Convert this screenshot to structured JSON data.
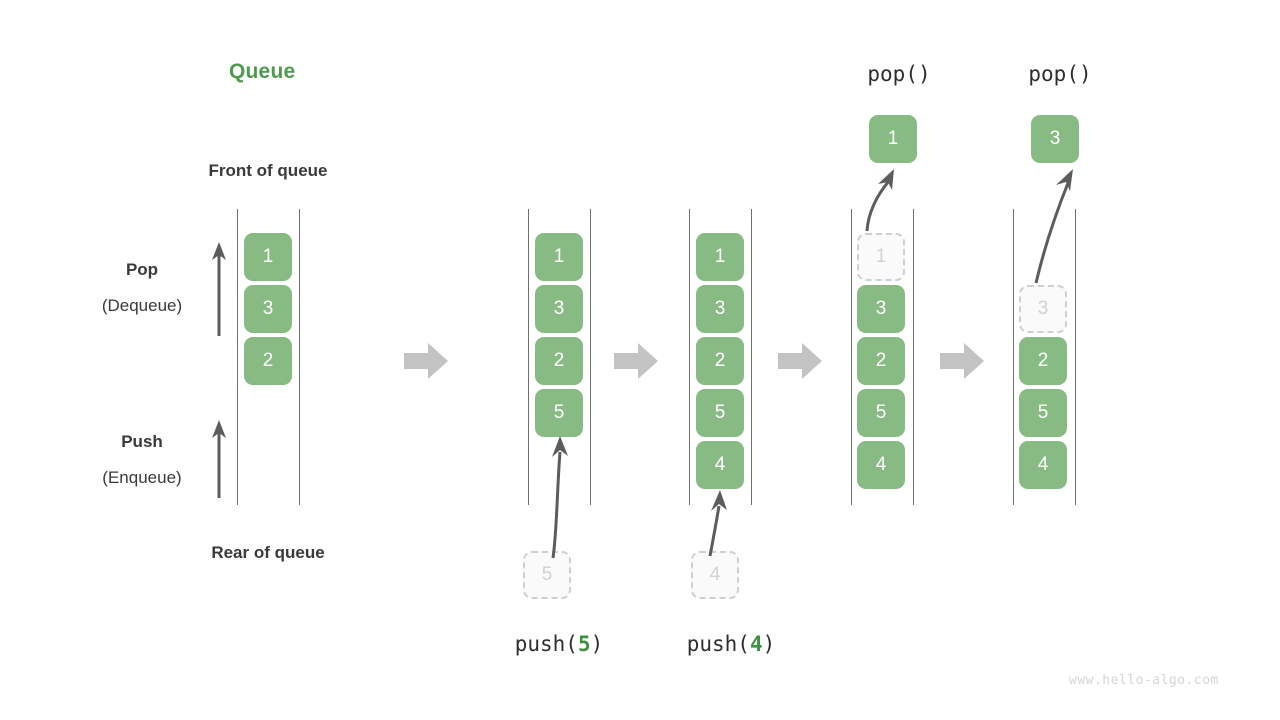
{
  "diagram": {
    "title": "Queue",
    "watermark": "www.hello-algo.com",
    "front_label": "Front of queue",
    "rear_label": "Rear of queue",
    "pop_label": "Pop",
    "pop_sub": "(Dequeue)",
    "push_label": "Push",
    "push_sub": "(Enqueue)",
    "accent_green": "#4e9a4e",
    "box_green": "#87bb83",
    "ghost_gray": "#cfcfcf",
    "arrow_gray": "#c3c3c3",
    "rail_gray": "#6f6f6f"
  },
  "stages": [
    {
      "id": "initial",
      "caption": "",
      "caption_arg": "",
      "items": [
        "1",
        "3",
        "2"
      ],
      "incoming": "",
      "popped": "",
      "op_label": ""
    },
    {
      "id": "push-5",
      "caption": "push(",
      "caption_arg": "5",
      "caption_close": ")",
      "items": [
        "1",
        "3",
        "2",
        "5"
      ],
      "incoming": "5",
      "popped": "",
      "op_label": ""
    },
    {
      "id": "push-4",
      "caption": "push(",
      "caption_arg": "4",
      "caption_close": ")",
      "items": [
        "1",
        "3",
        "2",
        "5",
        "4"
      ],
      "incoming": "4",
      "popped": "",
      "op_label": ""
    },
    {
      "id": "pop-1",
      "caption": "",
      "caption_arg": "",
      "items": [
        "1",
        "3",
        "2",
        "5",
        "4"
      ],
      "ghost_index": 0,
      "incoming": "",
      "popped": "1",
      "op_label": "pop()"
    },
    {
      "id": "pop-3",
      "caption": "",
      "caption_arg": "",
      "items": [
        "3",
        "2",
        "5",
        "4"
      ],
      "ghost_index": 0,
      "incoming": "",
      "popped": "3",
      "op_label": "pop()"
    }
  ],
  "boxes": {
    "s0_1": "1",
    "s0_3": "3",
    "s0_2": "2",
    "s1_1": "1",
    "s1_3": "3",
    "s1_2": "2",
    "s1_5": "5",
    "s1_ghost": "5",
    "s2_1": "1",
    "s2_3": "3",
    "s2_2": "2",
    "s2_5": "5",
    "s2_4": "4",
    "s2_ghost": "4",
    "s3_ghost": "1",
    "s3_3": "3",
    "s3_2": "2",
    "s3_5": "5",
    "s3_4": "4",
    "s3_pop": "1",
    "s4_ghost": "3",
    "s4_2": "2",
    "s4_5": "5",
    "s4_4": "4",
    "s4_pop": "3"
  },
  "ops": {
    "push5_pre": "push(",
    "push5_arg": "5",
    "push5_post": ")",
    "push4_pre": "push(",
    "push4_arg": "4",
    "push4_post": ")",
    "pop1": "pop()",
    "pop2": "pop()"
  }
}
